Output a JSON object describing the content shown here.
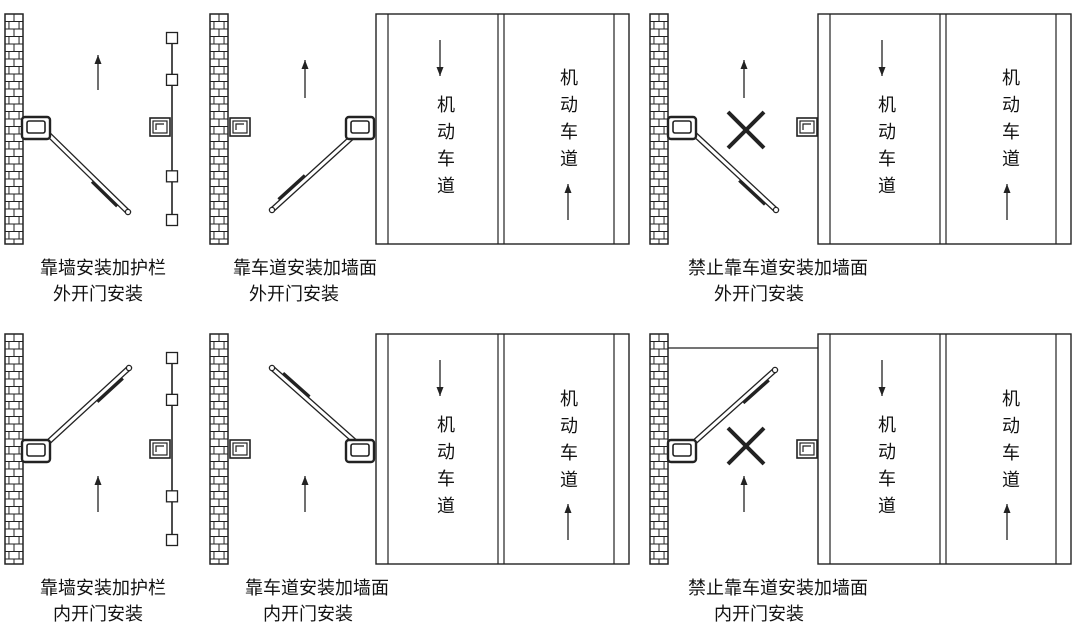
{
  "lane_text": [
    "机",
    "动",
    "车",
    "道"
  ],
  "captions": {
    "top": {
      "left": {
        "line1": "靠墙安装加护栏",
        "line2": "外开门安装"
      },
      "mid": {
        "line1": "靠车道安装加墙面",
        "line2": "外开门安装"
      },
      "right": {
        "line1": "禁止靠车道安装加墙面",
        "line2": "外开门安装"
      }
    },
    "bottom": {
      "left": {
        "line1": "靠墙安装加护栏",
        "line2": "内开门安装"
      },
      "mid": {
        "line1": "靠车道安装加墙面",
        "line2": "内开门安装"
      },
      "right": {
        "line1": "禁止靠车道安装加墙面",
        "line2": "内开门安装"
      }
    }
  },
  "colors": {
    "line": "#222222",
    "brick_fill": "#ffffff"
  },
  "icons": [
    "brick-wall",
    "barrier-box",
    "barrier-arm",
    "railing",
    "direction-arrow",
    "prohibited-x",
    "road-lane"
  ]
}
